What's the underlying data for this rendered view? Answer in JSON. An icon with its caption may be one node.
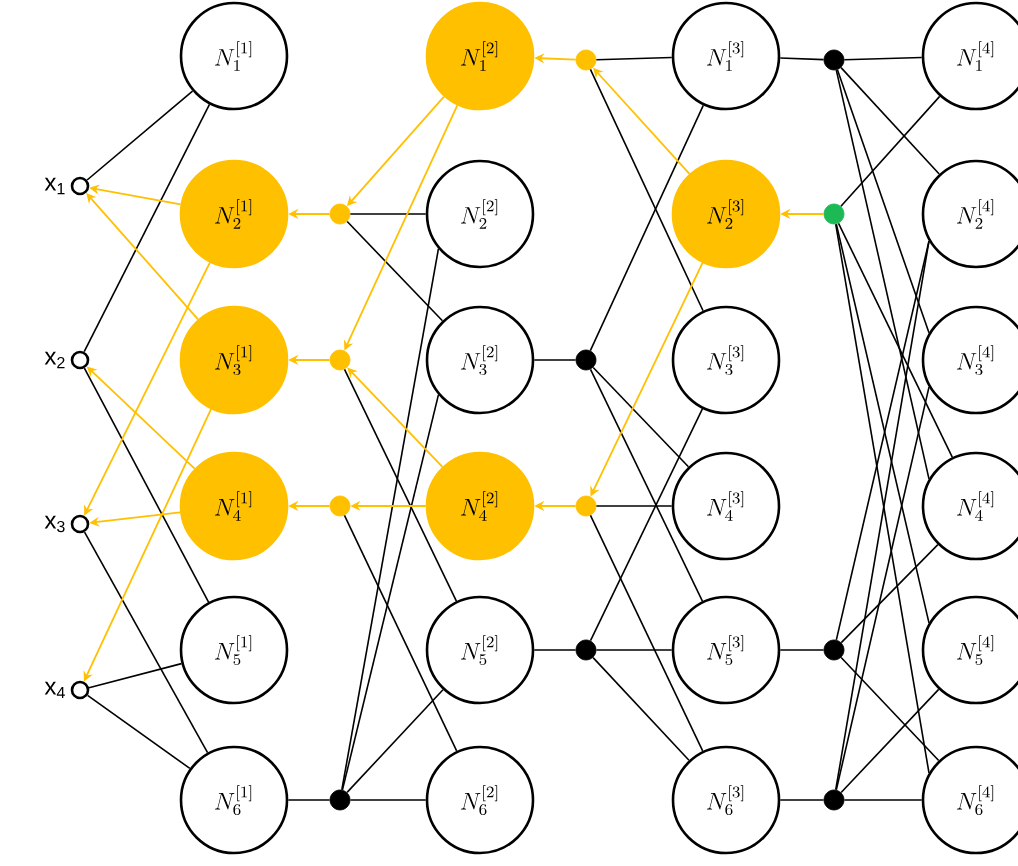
{
  "diagram": {
    "nodes": [
      {
        "text": [
          "x$_{1}$"
        ]
      },
      {
        "text": [
          "x$_{2}$"
        ]
      },
      {
        "text": [
          "x$_{3}$"
        ]
      },
      {
        "text": [
          "x$_{4}$"
        ]
      },
      {
        "text": [
          "N_1^{[1]}"
        ]
      },
      {
        "text": [
          "N_2^{[1]}"
        ]
      },
      {
        "text": [
          "N_3^{[1]}"
        ]
      },
      {
        "text": [
          "N_4^{[1]}"
        ]
      },
      {
        "text": [
          "N_5^{[1]}"
        ]
      },
      {
        "text": [
          "N_6^{[1]}"
        ]
      },
      {
        "text": [],
        "shape": "circle"
      },
      {
        "text": [],
        "shape": "circle"
      },
      {
        "text": [],
        "shape": "circle"
      },
      {
        "text": [],
        "shape": "circle"
      },
      {
        "text": [
          "N_1^{[2]}"
        ]
      },
      {
        "text": [
          "N_2^{[2]}"
        ]
      },
      {
        "text": [
          "N_3^{[2]}"
        ]
      },
      {
        "text": [
          "N_4^{[2]}"
        ]
      },
      {
        "text": [
          "N_5^{[2]}"
        ]
      },
      {
        "text": [
          "N_6^{[2]}"
        ]
      },
      {
        "text": [],
        "shape": "circle"
      },
      {
        "text": [],
        "shape": "circle"
      },
      {
        "text": [],
        "shape": "circle"
      },
      {
        "text": [],
        "shape": "circle"
      },
      {
        "text": [
          "N_1^{[3]}"
        ]
      },
      {
        "text": [
          "N_2^{[3]}"
        ]
      },
      {
        "text": [
          "N_3^{[3]}"
        ]
      },
      {
        "text": [
          "N_4^{[3]}"
        ]
      },
      {
        "text": [
          "N_5^{[3]}"
        ]
      },
      {
        "text": [
          "N_6^{[3]}"
        ]
      },
      {
        "text": [],
        "shape": "circle"
      },
      {
        "text": [],
        "shape": "circle"
      },
      {
        "text": [],
        "shape": "circle"
      },
      {
        "text": [],
        "shape": "circle"
      },
      {
        "text": [
          "N_1^{[4]}"
        ]
      },
      {
        "text": [
          "N_2^{[4]}"
        ]
      },
      {
        "text": [
          "N_3^{[4]}"
        ]
      },
      {
        "text": [
          "N_4^{[4]}"
        ]
      },
      {
        "text": [
          "N_5^{[4]}"
        ]
      },
      {
        "text": [
          "N_6^{[4]}"
        ]
      }
    ],
    "edges": [
      {
        "from": 0,
        "to": 4,
        "arrow": "none"
      },
      {
        "from": 1,
        "to": 4,
        "arrow": "none"
      },
      {
        "from": 1,
        "to": 8,
        "arrow": "none"
      },
      {
        "from": 2,
        "to": 9,
        "arrow": "none"
      },
      {
        "from": 3,
        "to": 8,
        "arrow": "none"
      },
      {
        "from": 3,
        "to": 9,
        "arrow": "none"
      },
      {
        "from": 5,
        "to": 0,
        "arrow": "to",
        "color": "#ffc000"
      },
      {
        "from": 6,
        "to": 0,
        "arrow": "to",
        "color": "#ffc000"
      },
      {
        "from": 7,
        "to": 1,
        "arrow": "to",
        "color": "#ffc000"
      },
      {
        "from": 5,
        "to": 2,
        "arrow": "to",
        "color": "#ffc000"
      },
      {
        "from": 7,
        "to": 2,
        "arrow": "to",
        "color": "#ffc000"
      },
      {
        "from": 6,
        "to": 3,
        "arrow": "to",
        "color": "#ffc000"
      },
      {
        "from": 10,
        "to": 15,
        "arrow": "none"
      },
      {
        "from": 10,
        "to": 16,
        "arrow": "none"
      },
      {
        "from": 11,
        "to": 18,
        "arrow": "none"
      },
      {
        "from": 12,
        "to": 19,
        "arrow": "none"
      },
      {
        "from": 13,
        "to": 9,
        "arrow": "none"
      },
      {
        "from": 13,
        "to": 19,
        "arrow": "none"
      },
      {
        "from": 13,
        "to": 18,
        "arrow": "none"
      },
      {
        "from": 13,
        "to": 15,
        "arrow": "none"
      },
      {
        "from": 13,
        "to": 16,
        "arrow": "none"
      },
      {
        "from": 14,
        "to": 10,
        "arrow": "to",
        "color": "#ffc000"
      },
      {
        "from": 14,
        "to": 11,
        "arrow": "to",
        "color": "#ffc000"
      },
      {
        "from": 17,
        "to": 11,
        "arrow": "to",
        "color": "#ffc000"
      },
      {
        "from": 17,
        "to": 12,
        "arrow": "to",
        "color": "#ffc000"
      },
      {
        "from": 10,
        "to": 5,
        "arrow": "to",
        "color": "#ffc000"
      },
      {
        "from": 11,
        "to": 6,
        "arrow": "to",
        "color": "#ffc000"
      },
      {
        "from": 12,
        "to": 7,
        "arrow": "to",
        "color": "#ffc000"
      },
      {
        "from": 20,
        "to": 24,
        "arrow": "none"
      },
      {
        "from": 20,
        "to": 26,
        "arrow": "none"
      },
      {
        "from": 21,
        "to": 16,
        "arrow": "none"
      },
      {
        "from": 21,
        "to": 24,
        "arrow": "none"
      },
      {
        "from": 21,
        "to": 27,
        "arrow": "none"
      },
      {
        "from": 21,
        "to": 28,
        "arrow": "none"
      },
      {
        "from": 22,
        "to": 27,
        "arrow": "none"
      },
      {
        "from": 22,
        "to": 29,
        "arrow": "none"
      },
      {
        "from": 23,
        "to": 18,
        "arrow": "none"
      },
      {
        "from": 23,
        "to": 28,
        "arrow": "none"
      },
      {
        "from": 23,
        "to": 26,
        "arrow": "none"
      },
      {
        "from": 23,
        "to": 29,
        "arrow": "none"
      },
      {
        "from": 25,
        "to": 20,
        "arrow": "to",
        "color": "#ffc000"
      },
      {
        "from": 25,
        "to": 22,
        "arrow": "to",
        "color": "#ffc000"
      },
      {
        "from": 20,
        "to": 14,
        "arrow": "to",
        "color": "#ffc000"
      },
      {
        "from": 22,
        "to": 17,
        "arrow": "to",
        "color": "#ffc000"
      },
      {
        "from": 30,
        "to": 24,
        "arrow": "none"
      },
      {
        "from": 30,
        "to": 34,
        "arrow": "none"
      },
      {
        "from": 30,
        "to": 35,
        "arrow": "none"
      },
      {
        "from": 30,
        "to": 36,
        "arrow": "none"
      },
      {
        "from": 30,
        "to": 37,
        "arrow": "none"
      },
      {
        "from": 31,
        "to": 34,
        "arrow": "none"
      },
      {
        "from": 31,
        "to": 37,
        "arrow": "none"
      },
      {
        "from": 31,
        "to": 38,
        "arrow": "none"
      },
      {
        "from": 31,
        "to": 39,
        "arrow": "none"
      },
      {
        "from": 31,
        "to": 25,
        "arrow": "to",
        "color": "#ffc000"
      },
      {
        "from": 32,
        "to": 28,
        "arrow": "none"
      },
      {
        "from": 32,
        "to": 35,
        "arrow": "none"
      },
      {
        "from": 32,
        "to": 37,
        "arrow": "none"
      },
      {
        "from": 32,
        "to": 39,
        "arrow": "none"
      },
      {
        "from": 33,
        "to": 29,
        "arrow": "none"
      },
      {
        "from": 33,
        "to": 39,
        "arrow": "none"
      },
      {
        "from": 33,
        "to": 38,
        "arrow": "none"
      },
      {
        "from": 33,
        "to": 36,
        "arrow": "none"
      },
      {
        "from": 33,
        "to": 35,
        "arrow": "none"
      }
    ]
  }
}
